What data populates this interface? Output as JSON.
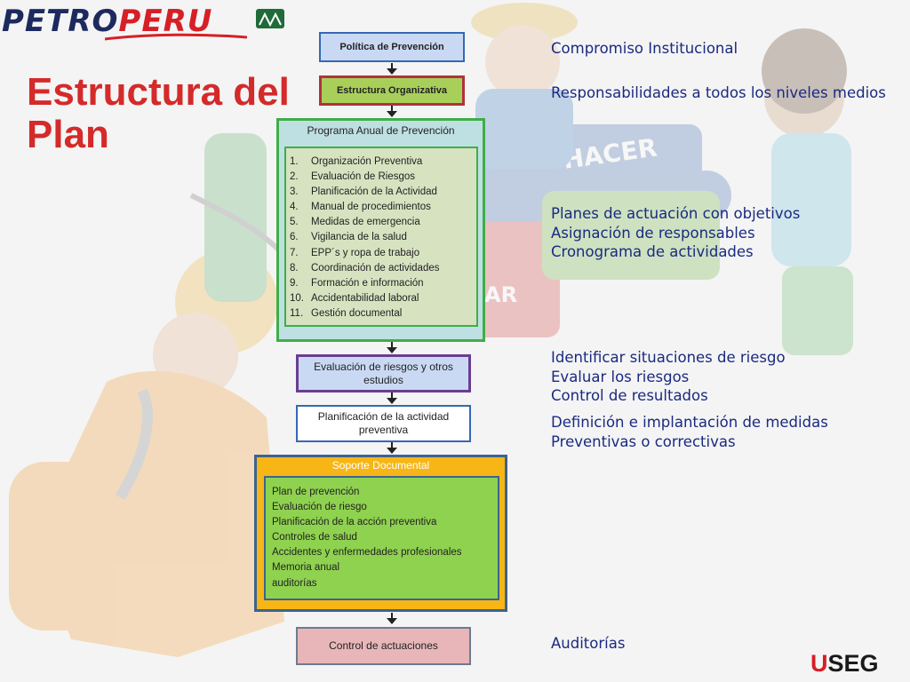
{
  "logo": {
    "word_left": "PETRO",
    "word_right": "PERU"
  },
  "title": "Estructura del Plan",
  "flow": {
    "politica": "Política de Prevención",
    "estructura": "Estructura Organizativa",
    "programa": {
      "title": "Programa Anual de Prevención",
      "items": [
        {
          "n": "1.",
          "t": "Organización Preventiva"
        },
        {
          "n": "2.",
          "t": "Evaluación de Riesgos"
        },
        {
          "n": "3.",
          "t": "Planificación de la Actividad"
        },
        {
          "n": "4.",
          "t": "Manual de procedimientos"
        },
        {
          "n": "5.",
          "t": "Medidas de emergencia"
        },
        {
          "n": "6.",
          "t": "Vigilancia de la salud"
        },
        {
          "n": "7.",
          "t": "EPP´s y ropa de trabajo"
        },
        {
          "n": "8.",
          "t": "Coordinación de actividades"
        },
        {
          "n": "9.",
          "t": "Formación e información"
        },
        {
          "n": "10.",
          "t": "Accidentabilidad laboral"
        },
        {
          "n": "11.",
          "t": "Gestión documental"
        }
      ]
    },
    "evaluacion": "Evaluación de riesgos y otros estudios",
    "planificacion": "Planificación de la actividad preventiva",
    "soporte": {
      "title": "Soporte Documental",
      "items": [
        "Plan de prevención",
        "Evaluación de riesgo",
        "Planificación de la acción preventiva",
        "Controles de salud",
        "Accidentes y enfermedades  profesionales",
        "Memoria anual",
        "auditorías"
      ]
    },
    "control": "Control de actuaciones"
  },
  "notes": {
    "n1": [
      "Compromiso Institucional"
    ],
    "n2": [
      "Responsabilidades a todos los niveles medios"
    ],
    "n3": [
      "Planes de actuación con objetivos",
      "Asignación de responsables",
      "Cronograma de actividades"
    ],
    "n4": [
      "Identificar situaciones de riesgo",
      "Evaluar los riesgos",
      "Control de resultados"
    ],
    "n5": [
      "Definición e implantación de medidas",
      "Preventivas o correctivas"
    ],
    "n6": [
      "Auditorías"
    ]
  },
  "background_puzzle_text": [
    "HACER",
    "AR"
  ],
  "footer": {
    "brand_u": "U",
    "brand_rest": "SEG"
  },
  "colors": {
    "title_red": "#d42a2a",
    "note_blue": "#1a2a80",
    "petro_navy": "#1c2a5e",
    "peru_red": "#d61f26"
  }
}
